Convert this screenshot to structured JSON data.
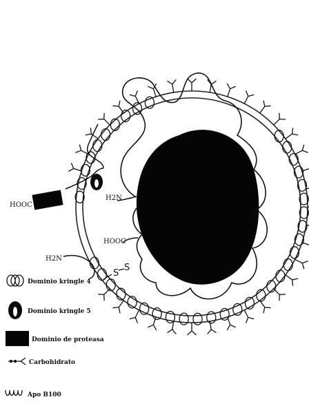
{
  "diagram": {
    "chemical_labels": {
      "hooc_left": "HOOC",
      "h2n_center": "H2N",
      "hooc_center": "HOOC",
      "h2n_left": "H2N",
      "s1": "S",
      "s2": "S"
    },
    "legend": [
      {
        "icon": "kringle-4-coil-icon",
        "label": "Dominio kringle 4"
      },
      {
        "icon": "kringle-5-loop-icon",
        "label": "Dominio kringle 5"
      },
      {
        "icon": "protease-block-icon",
        "label": "Dominio de proteasa"
      },
      {
        "icon": "carbohydrate-icon",
        "label": "Carbohidrato"
      },
      {
        "icon": "apo-b100-icon",
        "label": "Apo B100"
      }
    ]
  }
}
